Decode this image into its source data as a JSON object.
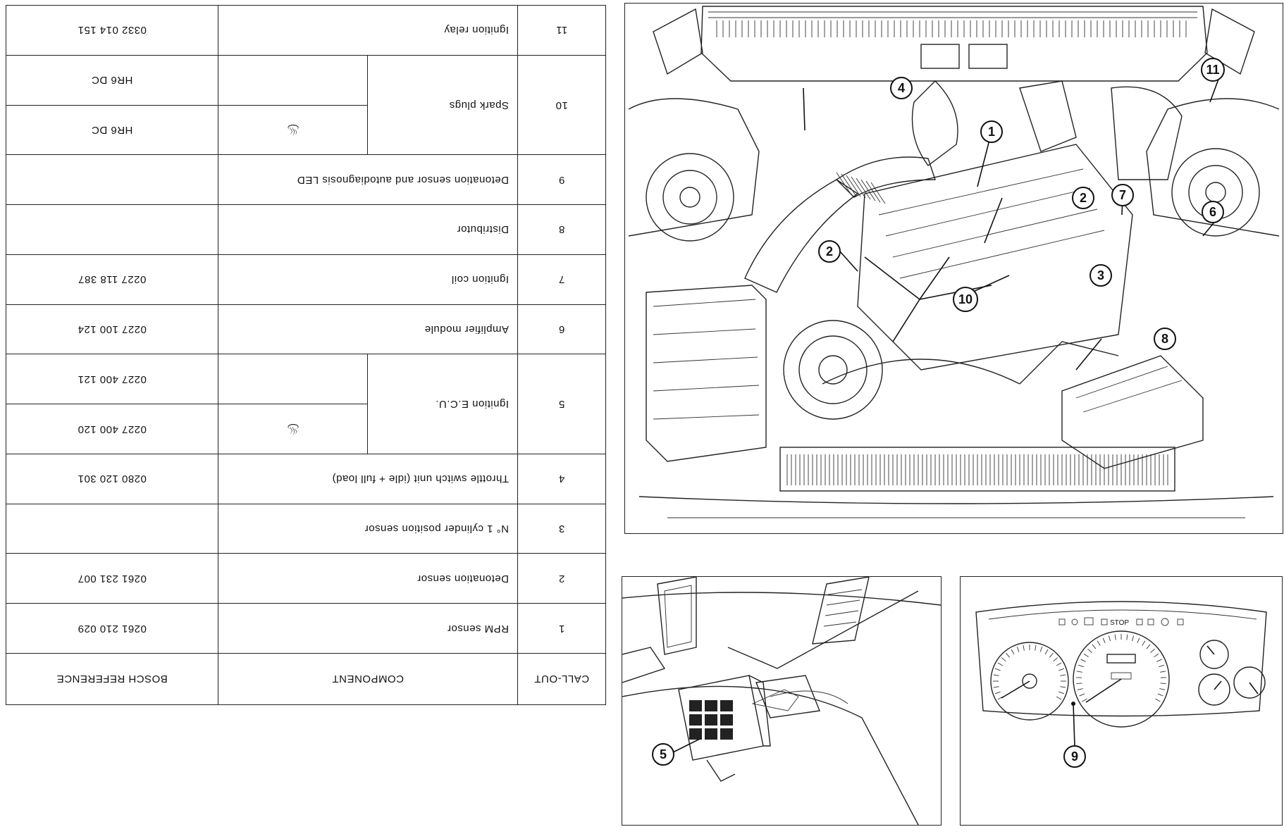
{
  "table": {
    "headers": {
      "callout": "CALL-OUT",
      "component": "COMPONENT",
      "reference": "BOSCH REFERENCE"
    },
    "rows": [
      {
        "callout": "1",
        "component": "RPM sensor",
        "refs": [
          "0261 210 029"
        ]
      },
      {
        "callout": "2",
        "component": "Detonation sensor",
        "refs": [
          "0261 231 007"
        ]
      },
      {
        "callout": "3",
        "component": "N° 1 cylinder position sensor",
        "refs": [
          ""
        ]
      },
      {
        "callout": "4",
        "component": "Throttle switch unit (idle + full load)",
        "refs": [
          "0280 120 301"
        ]
      },
      {
        "callout": "5",
        "component": "Ignition E.C.U.",
        "refs": [
          "0227 400 120",
          "0227 400 121"
        ],
        "sub_icon": "seat-heat-icon"
      },
      {
        "callout": "6",
        "component": "Amplifier module",
        "refs": [
          "0227 100 124"
        ]
      },
      {
        "callout": "7",
        "component": "Ignition coil",
        "refs": [
          "0227 118 387"
        ]
      },
      {
        "callout": "8",
        "component": "Distributor",
        "refs": [
          ""
        ]
      },
      {
        "callout": "9",
        "component": "Detonation sensor and autodiagnosis LED",
        "refs": [
          ""
        ]
      },
      {
        "callout": "10",
        "component": "Spark plugs",
        "refs": [
          "HR6 DC",
          "HR6 DC"
        ],
        "sub_icon": "seat-heat-icon"
      },
      {
        "callout": "11",
        "component": "Ignition relay",
        "refs": [
          "0332 014 151"
        ]
      }
    ],
    "icon_glyph": "♨"
  },
  "engine_callouts": [
    "1",
    "2",
    "2",
    "3",
    "4",
    "6",
    "7",
    "8",
    "10",
    "11"
  ],
  "ecu_callouts": [
    "5"
  ],
  "dash_callouts": [
    "9"
  ],
  "dash_labels": {
    "stop": "STOP"
  }
}
